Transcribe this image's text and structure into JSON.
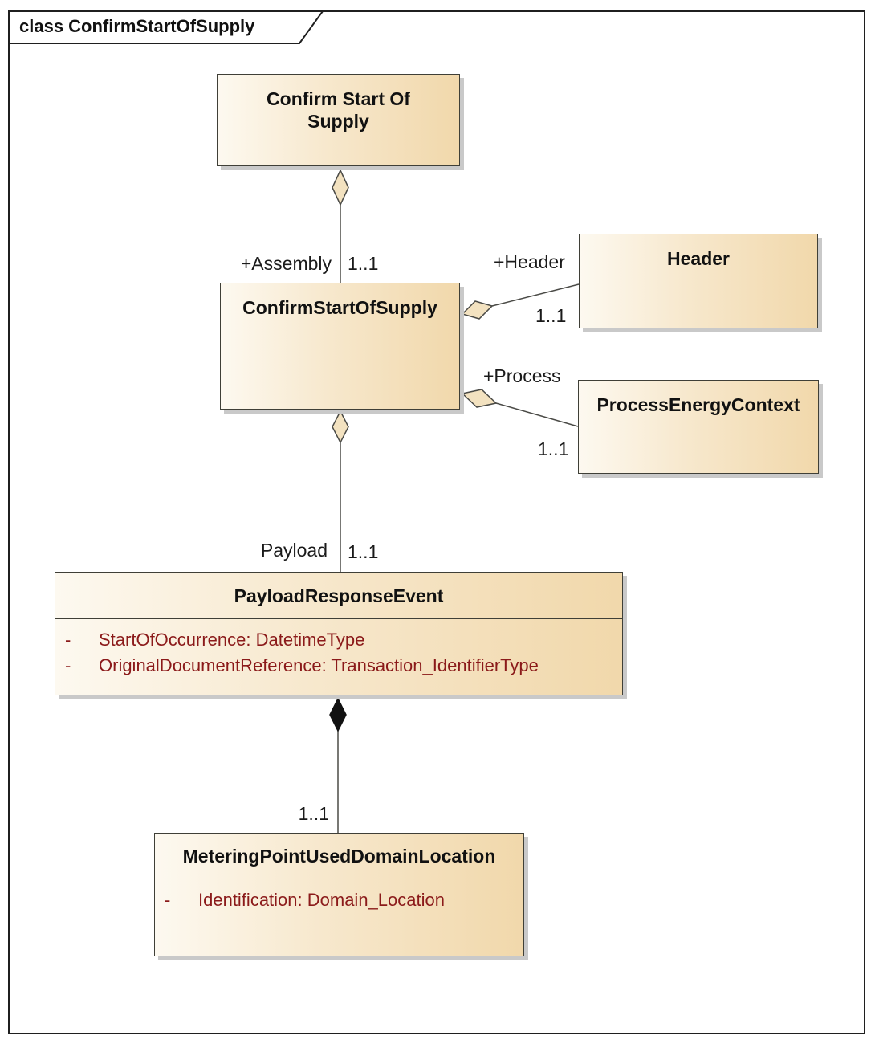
{
  "diagram": {
    "frame_title": "class ConfirmStartOfSupply"
  },
  "colors": {
    "box_fill_light": "#fdf9f0",
    "box_fill_dark": "#f1d8ab",
    "box_border": "#3f3f37",
    "shadow": "#c9c9c9",
    "attribute_text": "#8b1a1a",
    "connector": "#4a4a46",
    "open_diamond_fill": "#f3e2c0",
    "filled_diamond_fill": "#111111",
    "frame_border": "#1f1f1f"
  },
  "classes": {
    "confirm_start_of_supply_block": {
      "name": "Confirm Start Of Supply"
    },
    "confirm_start_of_supply": {
      "name": "ConfirmStartOfSupply"
    },
    "header": {
      "name": "Header"
    },
    "process_energy_context": {
      "name": "ProcessEnergyContext"
    },
    "payload_response_event": {
      "name": "PayloadResponseEvent",
      "attributes": [
        {
          "visibility": "-",
          "text": "StartOfOccurrence: DatetimeType"
        },
        {
          "visibility": "-",
          "text": "OriginalDocumentReference: Transaction_IdentifierType"
        }
      ]
    },
    "metering_point_used_domain_location": {
      "name": "MeteringPointUsedDomainLocation",
      "attributes": [
        {
          "visibility": "-",
          "text": "Identification: Domain_Location"
        }
      ]
    }
  },
  "relations": {
    "assembly": {
      "role": "+Assembly",
      "multiplicity": "1..1",
      "kind": "aggregation"
    },
    "header": {
      "role": "+Header",
      "multiplicity": "1..1",
      "kind": "aggregation"
    },
    "process": {
      "role": "+Process",
      "multiplicity": "1..1",
      "kind": "aggregation"
    },
    "payload": {
      "role": "Payload",
      "multiplicity": "1..1",
      "kind": "aggregation"
    },
    "metering_point": {
      "multiplicity": "1..1",
      "kind": "composition"
    }
  }
}
